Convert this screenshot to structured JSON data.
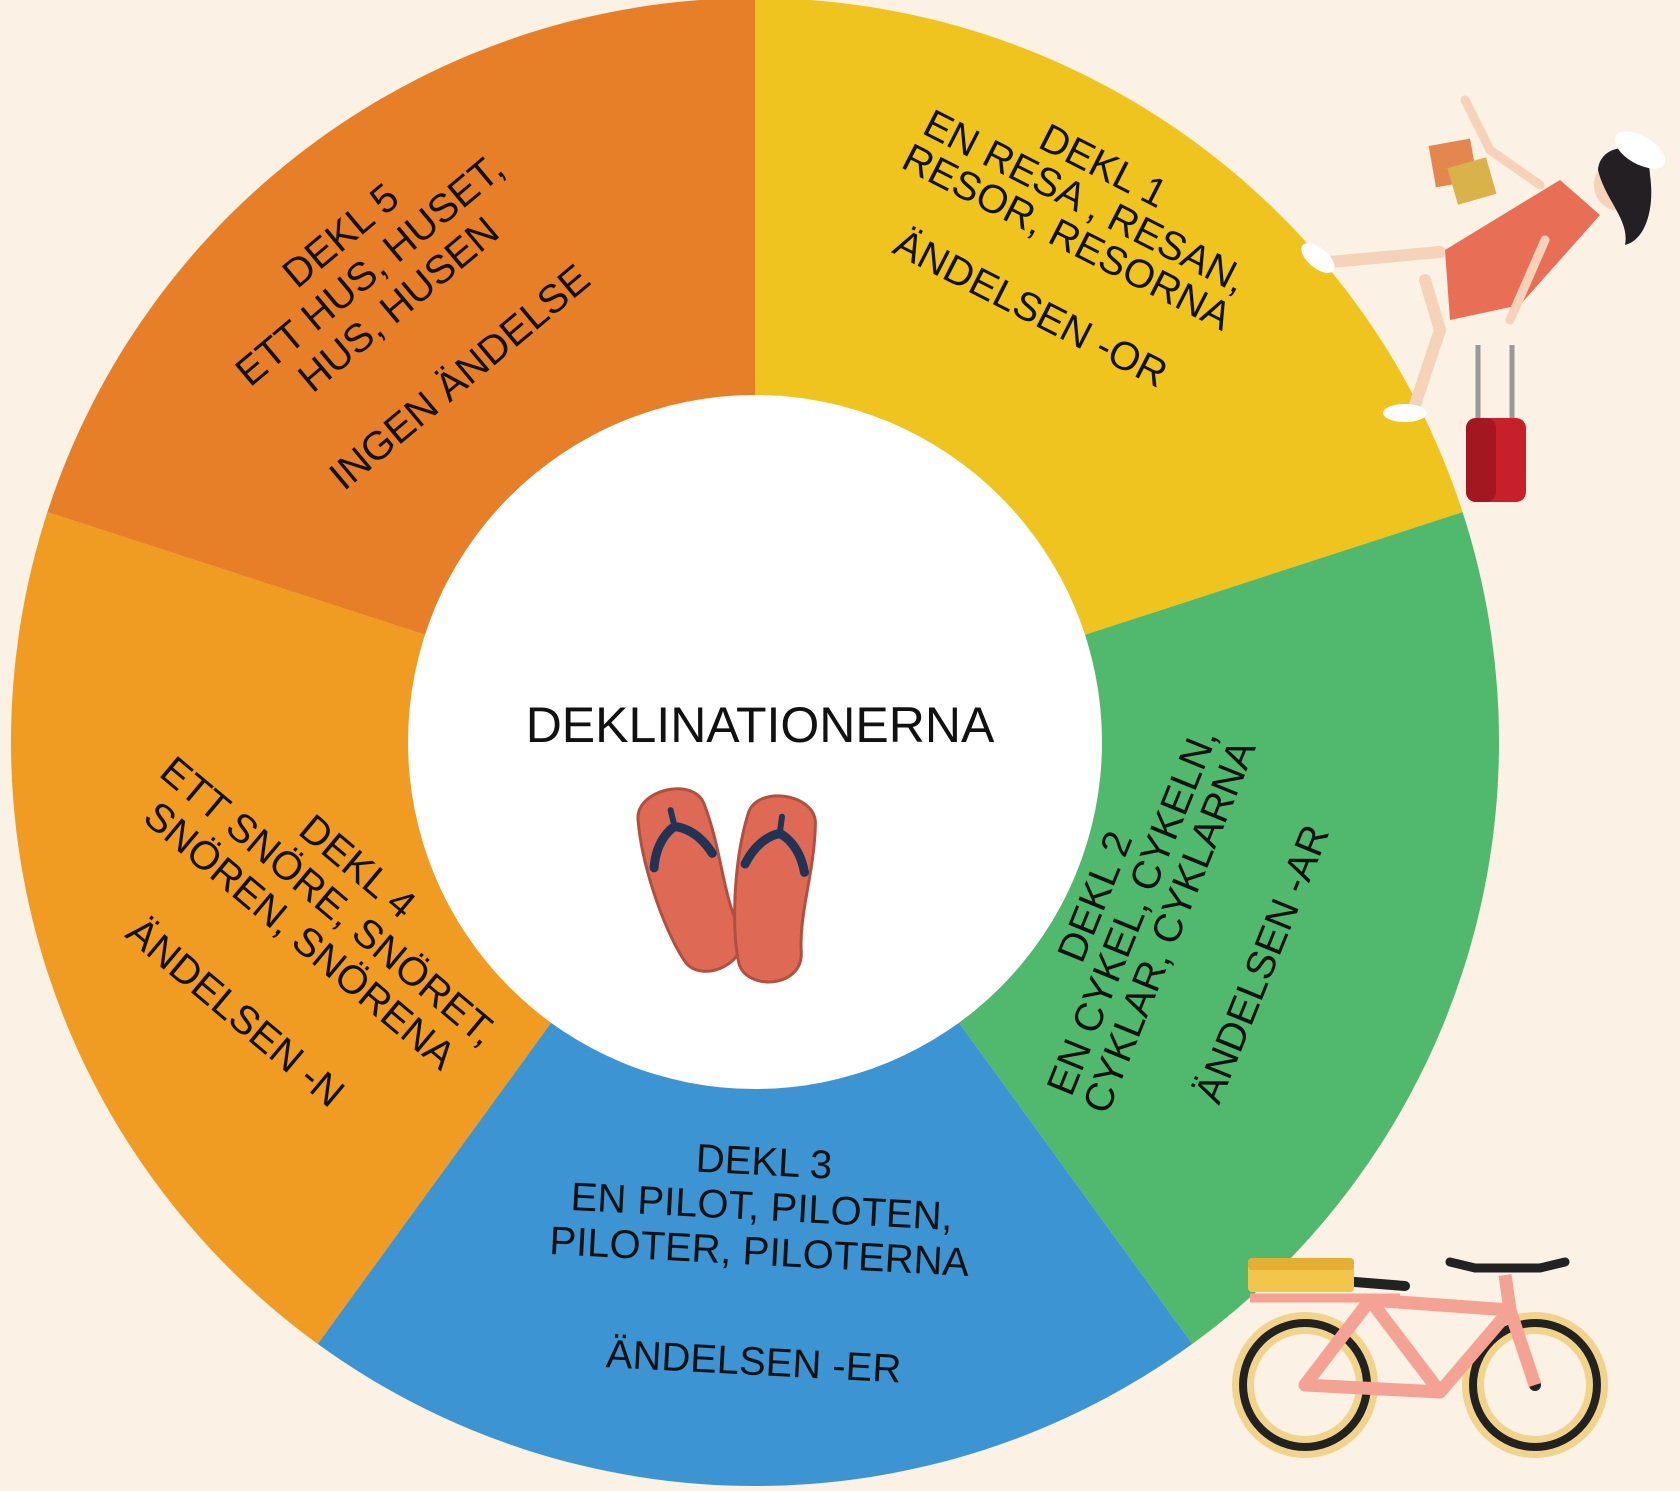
{
  "center_title": "DEKLINATIONERNA",
  "colors": {
    "background": "#fbf1e4",
    "dekl1": "#efc41f",
    "dekl2": "#51b96e",
    "dekl3": "#3c95d2",
    "dekl4": "#f09b22",
    "dekl5": "#e67f27",
    "center": "#ffffff"
  },
  "segments": [
    {
      "id": "dekl1",
      "lines": [
        "DEKL 1",
        "EN RESA , RESAN,",
        "RESOR, RESORNA",
        "",
        "ÄNDELSEN -OR"
      ]
    },
    {
      "id": "dekl2",
      "lines": [
        "DEKL 2",
        "EN CYKEL, CYKELN,",
        "CYKLAR, CYKLARNA",
        "",
        "ÄNDELSEN -AR"
      ]
    },
    {
      "id": "dekl3",
      "lines": [
        "DEKL 3",
        "EN PILOT, PILOTEN,",
        "PILOTER, PILOTERNA",
        "",
        "ÄNDELSEN -ER"
      ]
    },
    {
      "id": "dekl4",
      "lines": [
        "DEKL 4",
        "ETT SNÖRE, SNÖRET,",
        "SNÖREN, SNÖRENA",
        "",
        "ÄNDELSEN -N"
      ]
    },
    {
      "id": "dekl5",
      "lines": [
        "DEKL 5",
        "ETT HUS, HUSET,",
        "HUS, HUSEN",
        "",
        "INGEN ÄNDELSE"
      ]
    }
  ],
  "illustrations": {
    "traveler": "woman-with-suitcase-illustration",
    "bicycle": "bicycle-illustration",
    "center": "flip-flops-icon"
  }
}
